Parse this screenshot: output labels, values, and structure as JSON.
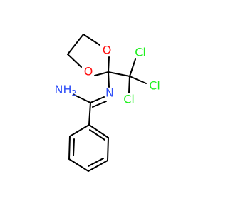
{
  "molecule": {
    "atoms": {
      "O1": {
        "label": "O",
        "color": "#ff0d0d"
      },
      "O2": {
        "label": "O",
        "color": "#ff0d0d"
      },
      "N": {
        "label": "N",
        "color": "#3050f8"
      },
      "NH2": {
        "label": "NH",
        "subscript": "2",
        "color": "#3050f8"
      },
      "Cl1": {
        "label": "Cl",
        "color": "#1ff01f"
      },
      "Cl2": {
        "label": "Cl",
        "color": "#1ff01f"
      },
      "Cl3": {
        "label": "Cl",
        "color": "#1ff01f"
      }
    }
  }
}
